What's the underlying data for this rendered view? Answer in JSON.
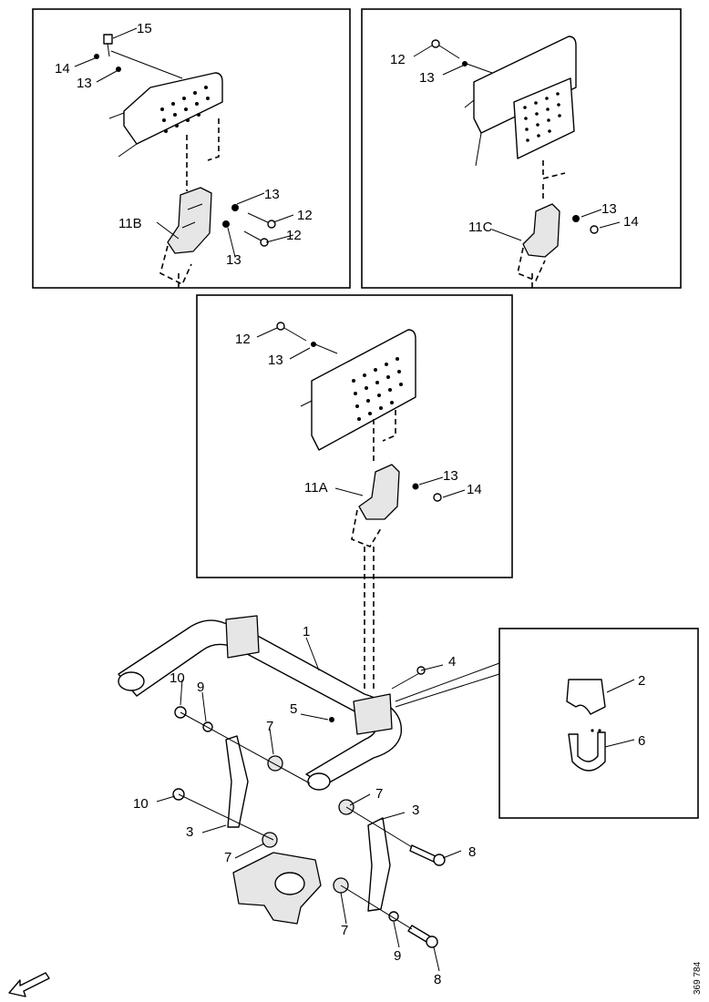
{
  "diagram": {
    "reference_number": "369 784",
    "insets": [
      {
        "id": "top-left",
        "labels": [
          "15",
          "14",
          "13",
          "13",
          "12",
          "11B",
          "12",
          "13"
        ]
      },
      {
        "id": "top-right",
        "labels": [
          "12",
          "13",
          "13",
          "11C",
          "14"
        ]
      },
      {
        "id": "middle",
        "labels": [
          "12",
          "13",
          "13",
          "11A",
          "14"
        ]
      },
      {
        "id": "detail",
        "labels": [
          "2",
          "6"
        ]
      }
    ],
    "main_labels": [
      "1",
      "4",
      "5",
      "10",
      "9",
      "7",
      "10",
      "3",
      "7",
      "3",
      "8",
      "7",
      "7",
      "9",
      "8"
    ]
  }
}
